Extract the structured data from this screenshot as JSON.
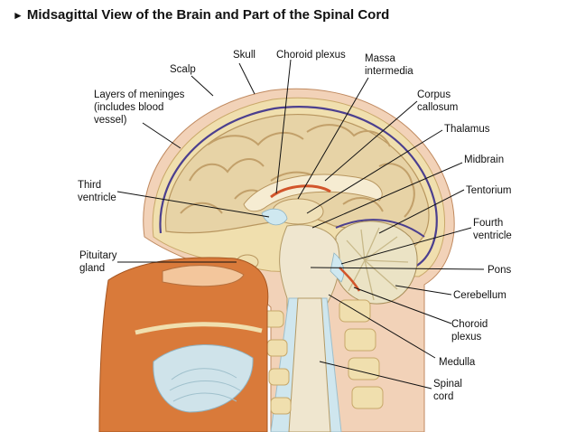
{
  "title": "Midsagittal View of the Brain and Part of the Spinal Cord",
  "title_marker": "►",
  "labels": {
    "skull": "Skull",
    "choroid_plexus_top": "Choroid plexus",
    "massa_1": "Massa",
    "massa_2": "intermedia",
    "scalp": "Scalp",
    "corpus_1": "Corpus",
    "corpus_2": "callosum",
    "meninges_1": "Layers of meninges",
    "meninges_2": "(includes blood",
    "meninges_3": "vessel)",
    "thalamus": "Thalamus",
    "midbrain": "Midbrain",
    "third_1": "Third",
    "third_2": "ventricle",
    "tentorium": "Tentorium",
    "fourth_1": "Fourth",
    "fourth_2": "ventricle",
    "pituitary_1": "Pituitary",
    "pituitary_2": "gland",
    "pons": "Pons",
    "cerebellum": "Cerebellum",
    "choroid_b_1": "Choroid",
    "choroid_b_2": "plexus",
    "medulla": "Medulla",
    "spinal_1": "Spinal",
    "spinal_2": "cord"
  },
  "colors": {
    "cerebrum": "#e7d3a6",
    "cerebrum_dark": "#c9ac76",
    "skin": "#d97a3a",
    "bone": "#f0dfae",
    "csf": "#bfe0ec",
    "meninges": "#4b3f8f",
    "cerebellum": "#ebe3c5",
    "leader": "#111111"
  }
}
